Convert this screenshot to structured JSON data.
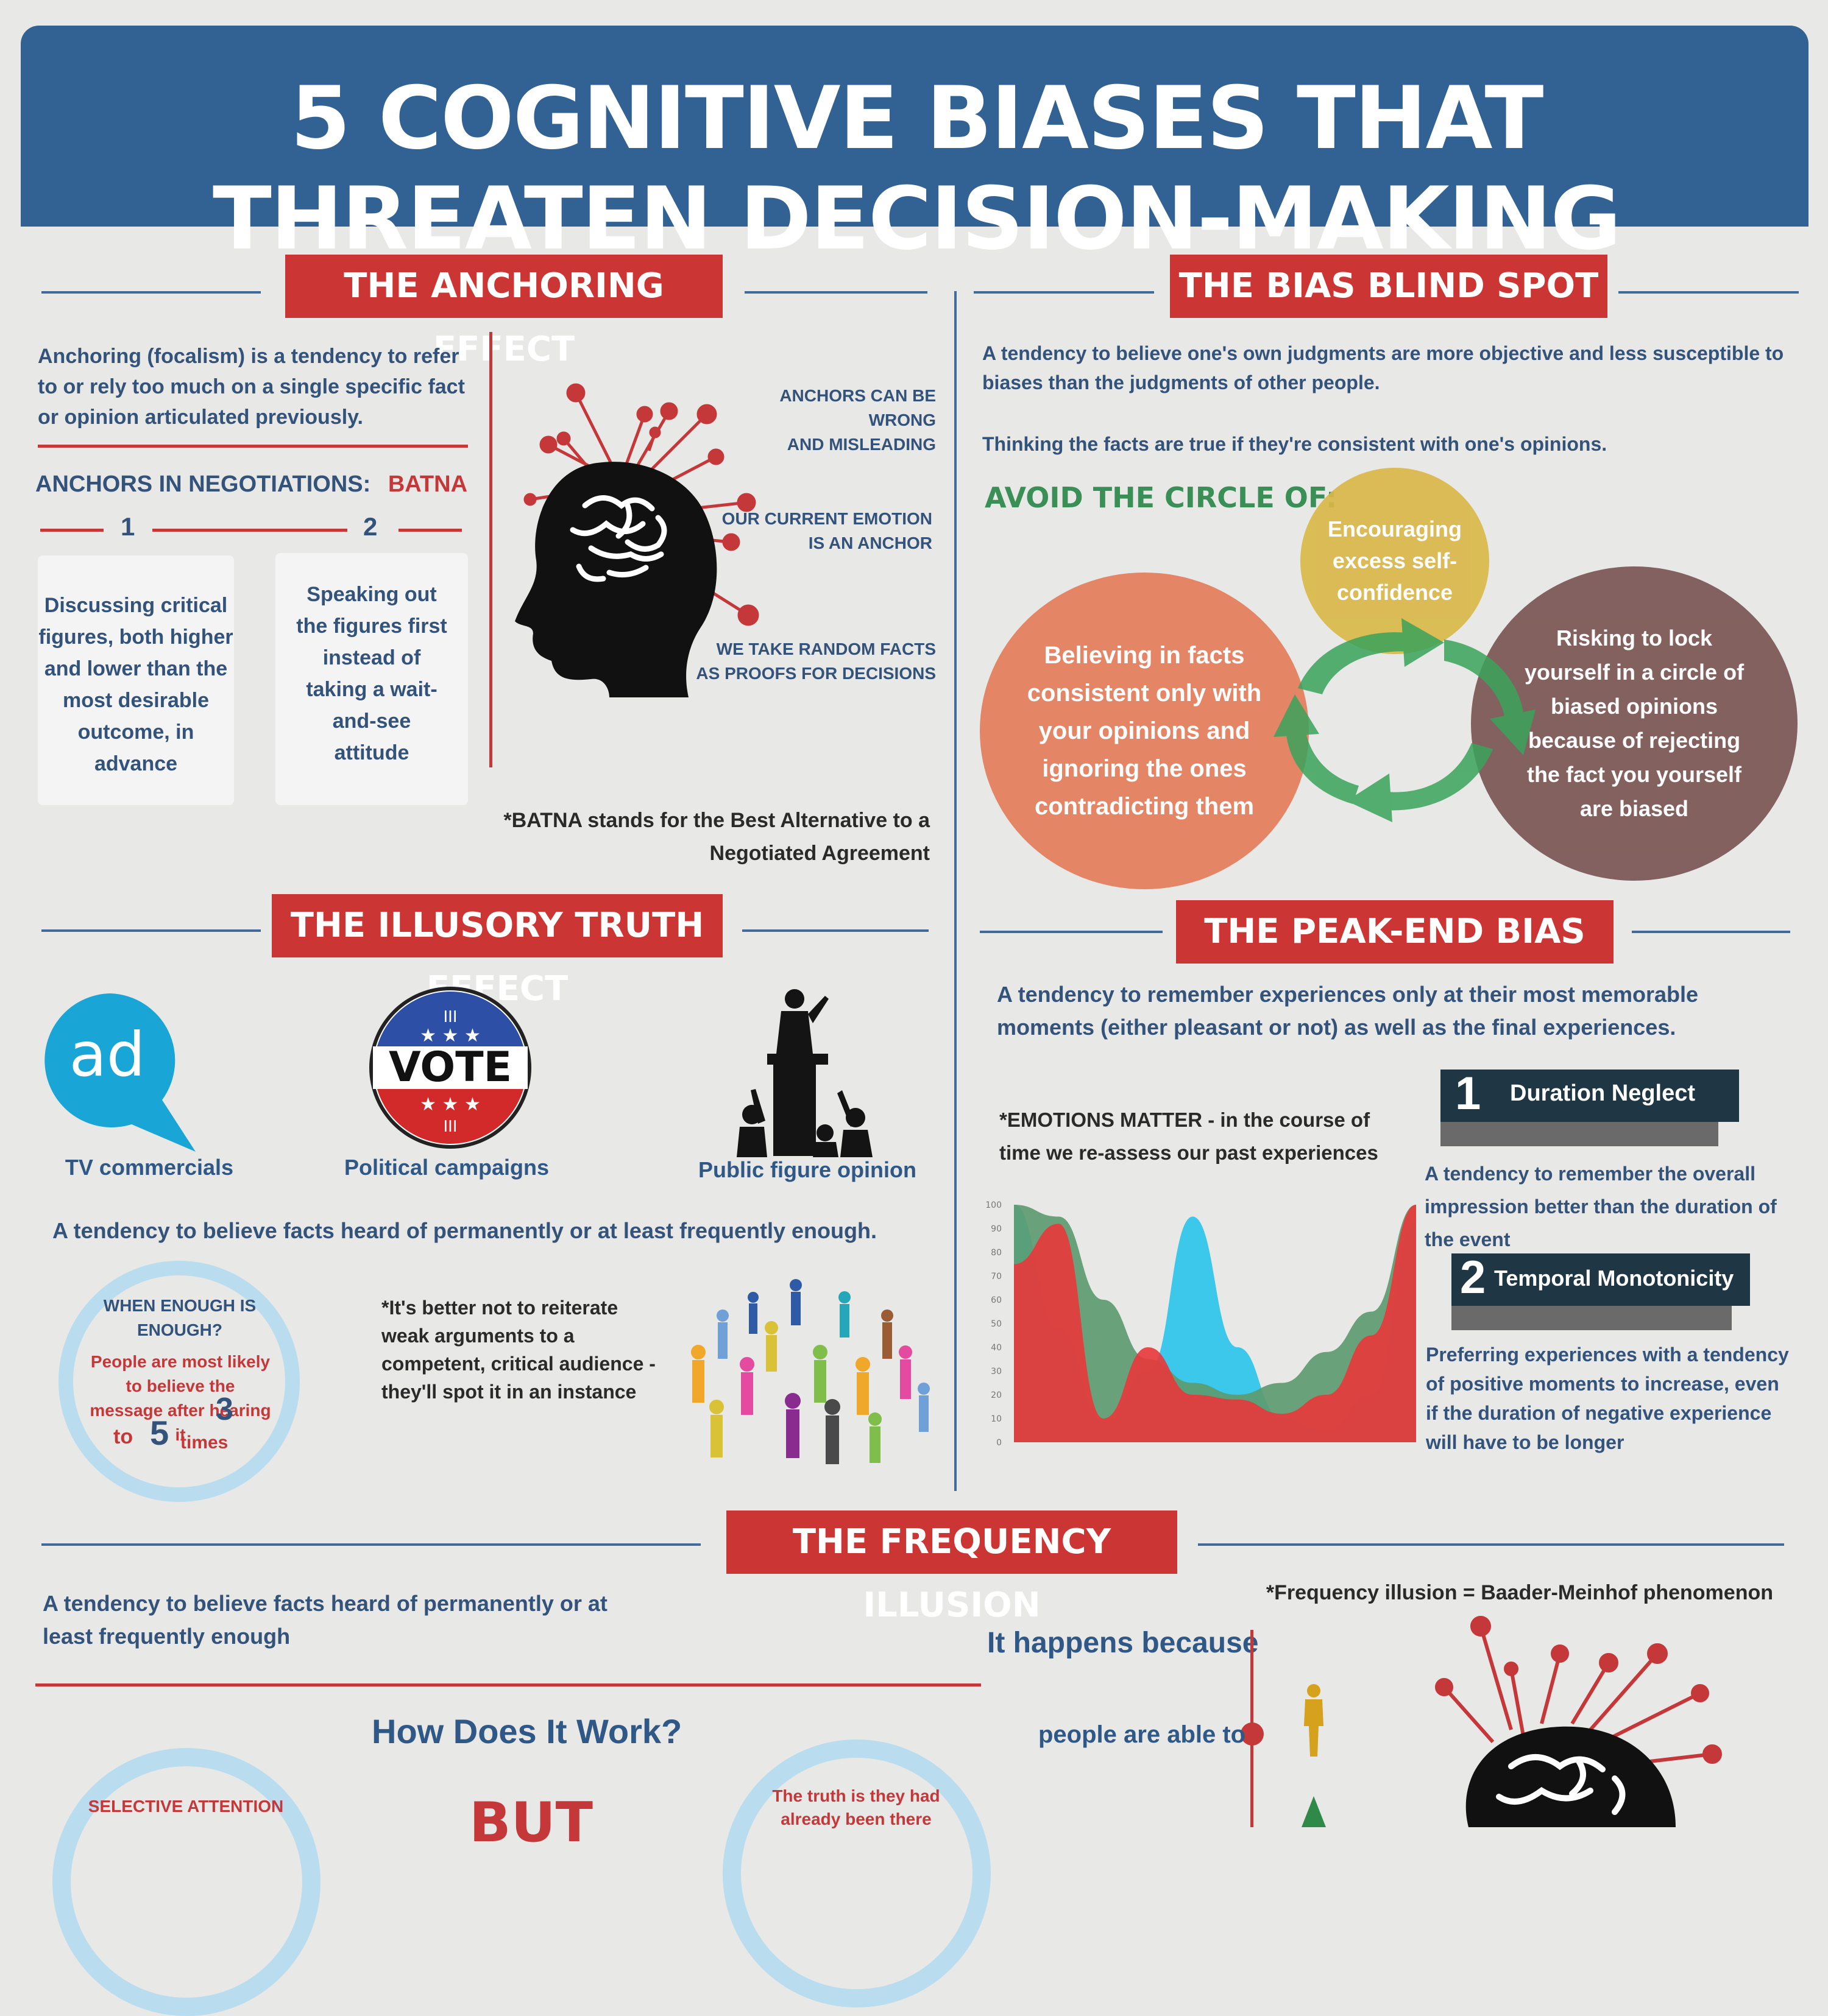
{
  "title": "5 COGNITIVE BIASES THAT THREATEN DECISION-MAKING",
  "anchoring": {
    "heading": "THE ANCHORING EFFECT",
    "definition": "Anchoring (focalism) is a tendency to refer to or rely too much on a single specific fact or opinion articulated previously.",
    "negotiations_label": "ANCHORS IN NEGOTIATIONS:",
    "batna": "BATNA",
    "step1_num": "1",
    "step2_num": "2",
    "step1": "Discussing critical figures, both higher and lower than the most desirable outcome, in advance",
    "step2": "Speaking out the figures first instead of taking a wait-and-see attitude",
    "note1_a": "ANCHORS CAN BE WRONG",
    "note1_b": "AND MISLEADING",
    "note2_a": "OUR CURRENT EMOTION",
    "note2_b": "IS AN ANCHOR",
    "note3_a": "WE TAKE RANDOM FACTS",
    "note3_b": "AS PROOFS FOR DECISIONS",
    "footnote": "*BATNA stands for the Best Alternative to a Negotiated Agreement"
  },
  "blindspot": {
    "heading": "THE BIAS BLIND SPOT",
    "definition": "A tendency to believe one's own judgments are more objective and less susceptible to biases than the judgments of other people.",
    "thinking": "Thinking the facts are true if they're consistent with one's opinions.",
    "avoid": "AVOID THE CIRCLE OF:",
    "circle_top": "Encouraging excess self-confidence",
    "circle_left": "Believing in facts consistent only with your opinions and ignoring the ones contradicting them",
    "circle_right": "Risking to lock yourself in a circle of biased opinions because of rejecting the fact you yourself are biased"
  },
  "illusory": {
    "heading": "THE ILLUSORY TRUTH EFFECT",
    "ad_text": "ad",
    "vote_text": "VOTE",
    "cap1": "TV commercials",
    "cap2": "Political campaigns",
    "cap3": "Public figure opinion",
    "definition": "A tendency to believe facts heard of permanently or at least frequently enough.",
    "ring_q": "WHEN ENOUGH IS ENOUGH?",
    "ring_body": "People are most likely to believe the message after hearing it",
    "ring_3": "3",
    "ring_to": "to",
    "ring_5": "5",
    "ring_times": "times",
    "tip": "*It's better not to reiterate weak arguments to a competent, critical audience - they'll spot it in an instance"
  },
  "peakend": {
    "heading": "THE PEAK-END BIAS",
    "definition": "A tendency to remember experiences only at their most memorable moments (either pleasant or not) as well as the final experiences.",
    "emotions": "*EMOTIONS MATTER - in the course of time we re-assess our past experiences",
    "r1_num": "1",
    "r1_label": "Duration Neglect",
    "r1_desc": "A tendency to remember the overall impression better than the duration of the event",
    "r2_num": "2",
    "r2_label": "Temporal Monotonicity",
    "r2_desc": "Preferring experiences with a tendency of positive moments to increase, even if the duration of negative experience will have to be longer"
  },
  "chart_data": {
    "type": "area",
    "ylim": [
      0,
      100
    ],
    "yticks": [
      "100",
      "90",
      "80",
      "70",
      "60",
      "50",
      "40",
      "30",
      "20",
      "10",
      "0"
    ],
    "series": [
      {
        "values": [
          100,
          48,
          8,
          30,
          95,
          40,
          10,
          5,
          20,
          93
        ],
        "color": "#3cc8ea"
      },
      {
        "values": [
          100,
          95,
          60,
          35,
          25,
          20,
          25,
          38,
          55,
          100
        ],
        "color": "#5b9a6e"
      },
      {
        "values": [
          75,
          92,
          10,
          40,
          20,
          18,
          12,
          20,
          45,
          105
        ],
        "color": "#e8373a"
      }
    ]
  },
  "frequency": {
    "heading": "THE FREQUENCY ILLUSION",
    "definition": "A tendency to believe facts heard of permanently or at least frequently enough",
    "alias": "*Frequency illusion = Baader-Meinhof phenomenon",
    "because": "It happens because",
    "how": "How Does It Work?",
    "people": "people are able to",
    "selective": "SELECTIVE ATTENTION",
    "but": "BUT",
    "truth": "The truth is they had already been there"
  },
  "colors": {
    "blue": "#326293",
    "red": "#cb3534",
    "green_arrow": "#3aa35b",
    "peach": "#e4805f",
    "gold": "#d9b84a",
    "brown": "#7d5a58"
  }
}
